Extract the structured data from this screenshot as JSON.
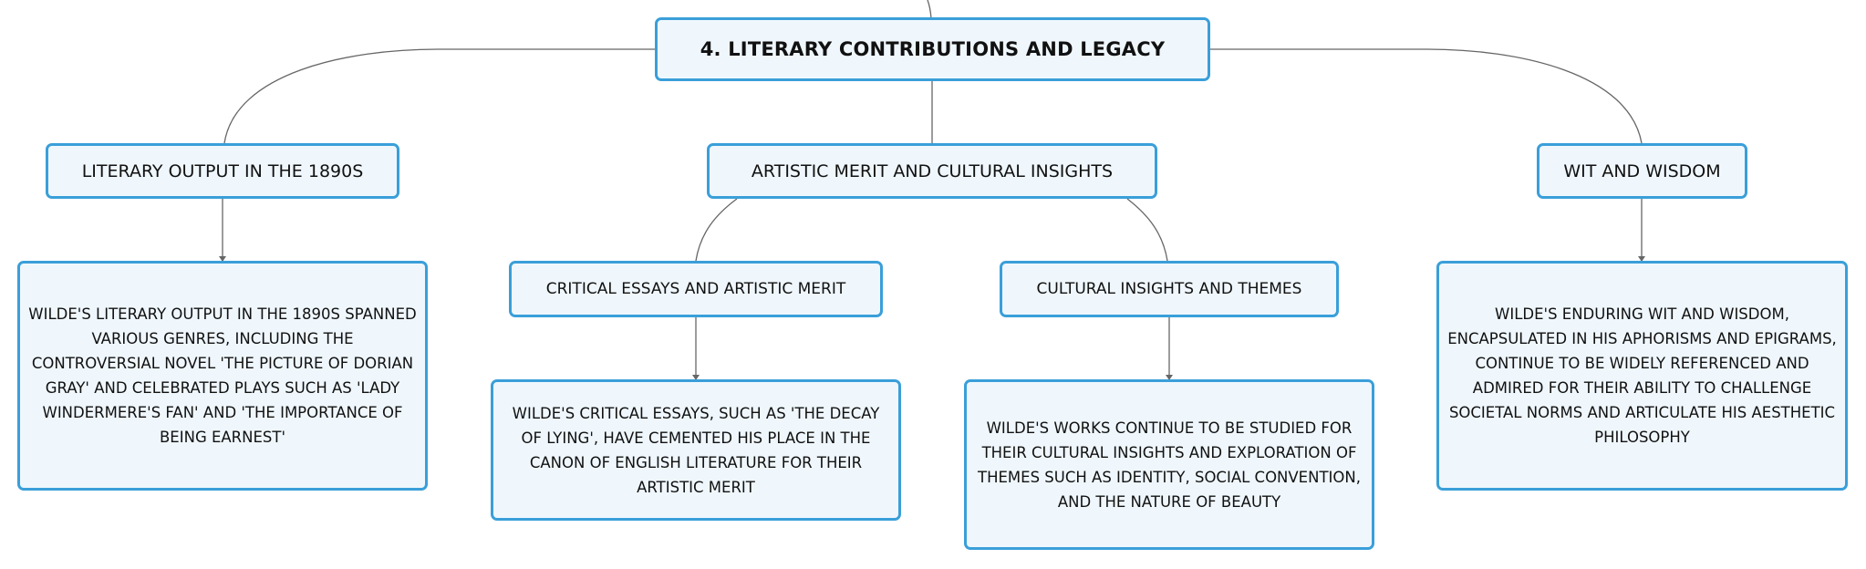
{
  "root": {
    "label": "4. LITERARY CONTRIBUTIONS AND LEGACY"
  },
  "branches": [
    {
      "label": "LITERARY OUTPUT IN THE 1890S",
      "detail": "WILDE'S LITERARY OUTPUT IN THE 1890S SPANNED VARIOUS GENRES, INCLUDING THE CONTROVERSIAL NOVEL 'THE PICTURE OF DORIAN GRAY' AND CELEBRATED PLAYS SUCH AS 'LADY WINDERMERE'S FAN' AND 'THE IMPORTANCE OF BEING EARNEST'"
    },
    {
      "label": "ARTISTIC MERIT AND CULTURAL INSIGHTS",
      "children": [
        {
          "label": "CRITICAL ESSAYS AND ARTISTIC MERIT",
          "detail": "WILDE'S CRITICAL ESSAYS, SUCH AS 'THE DECAY OF LYING', HAVE CEMENTED HIS PLACE IN THE CANON OF ENGLISH LITERATURE FOR THEIR ARTISTIC MERIT"
        },
        {
          "label": "CULTURAL INSIGHTS AND THEMES",
          "detail": "WILDE'S WORKS CONTINUE TO BE STUDIED FOR THEIR CULTURAL INSIGHTS AND EXPLORATION OF THEMES SUCH AS IDENTITY, SOCIAL CONVENTION, AND THE NATURE OF BEAUTY"
        }
      ]
    },
    {
      "label": "WIT AND WISDOM",
      "detail": "WILDE'S ENDURING WIT AND WISDOM, ENCAPSULATED IN HIS APHORISMS AND EPIGRAMS, CONTINUE TO BE WIDELY REFERENCED AND ADMIRED FOR THEIR ABILITY TO CHALLENGE SOCIETAL NORMS AND ARTICULATE HIS AESTHETIC PHILOSOPHY"
    }
  ],
  "colors": {
    "border": "#3a9fd9",
    "fill": "#eff7fd",
    "connector": "#666666",
    "text": "#111111"
  }
}
